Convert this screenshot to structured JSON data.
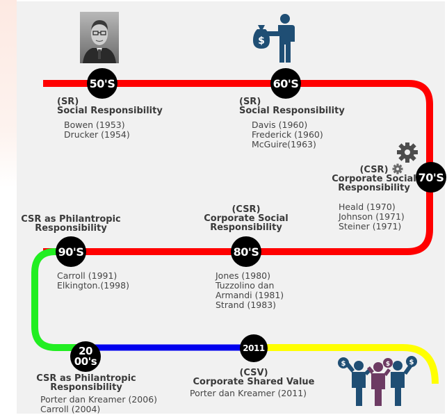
{
  "colors": {
    "red": "#ff0000",
    "green": "#22ee22",
    "blue": "#0000ee",
    "yellow": "#ffff00",
    "node": "#000000",
    "icon_blue": "#1f4e74",
    "icon_purple": "#6d3b63"
  },
  "nodes": {
    "n50": "50'S",
    "n60": "60'S",
    "n70": "70'S",
    "n80": "80'S",
    "n90": "90'S",
    "n2000a": "20",
    "n2000b": "00's",
    "n2011": "2011"
  },
  "eras": {
    "s50": {
      "abbr": "(SR)",
      "title": "Social Responsibility",
      "refs": [
        "Bowen (1953)",
        "Drucker (1954)"
      ]
    },
    "s60": {
      "abbr": "(SR)",
      "title": "Social Responsibility",
      "refs": [
        "Davis (1960)",
        "Frederick (1960)",
        "McGuire(1963)"
      ]
    },
    "s70": {
      "abbr": "(CSR)",
      "title1": "Corporate Social",
      "title2": "Responsibility",
      "refs": [
        "Heald (1970)",
        "Johnson (1971)",
        "Steiner (1971)"
      ]
    },
    "s80": {
      "abbr": "(CSR)",
      "title1": "Corporate Social",
      "title2": "Responsibility",
      "refs": [
        "Jones (1980)",
        "Tuzzolino dan",
        "Armandi (1981)",
        "Strand (1983)"
      ]
    },
    "s90": {
      "title1": "CSR as Philantropic",
      "title2": "Responsibility",
      "refs": [
        "Carroll (1991)",
        "Elkington.(1998)"
      ]
    },
    "s2000": {
      "title1": "CSR as Philantropic",
      "title2": "Responsibility",
      "refs": [
        "Porter dan Kreamer (2006)",
        "Carroll (2004)"
      ]
    },
    "s2011": {
      "abbr": "(CSV)",
      "title": "Corporate Shared Value",
      "refs": [
        "Porter dan Kreamer (2011)"
      ]
    }
  },
  "icons": [
    "portrait-photo",
    "money-bag-person-icon",
    "gears-icon",
    "money-team-icon"
  ]
}
